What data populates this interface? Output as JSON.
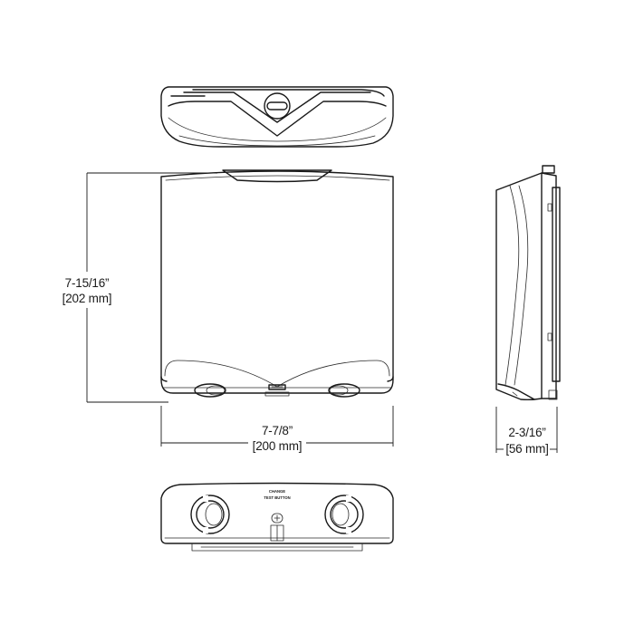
{
  "dimensions": {
    "height": {
      "imperial": "7-15/16”",
      "metric": "[202 mm]"
    },
    "width": {
      "imperial": "7-7/8”",
      "metric": "[200 mm]"
    },
    "depth": {
      "imperial": "2-3/16”",
      "metric": "[56 mm]"
    }
  },
  "bottom_view": {
    "brand_label": "CHANGE",
    "test_button_label": "TEST BUTTON"
  }
}
